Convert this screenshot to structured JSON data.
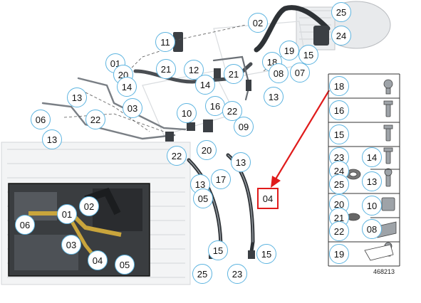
{
  "diagram": {
    "diagram_number": "468213",
    "highlighted_callout": "04",
    "callouts": [
      {
        "id": "c-25-top",
        "label": "25"
      },
      {
        "id": "c-02-top",
        "label": "02"
      },
      {
        "id": "c-24",
        "label": "24"
      },
      {
        "id": "c-11",
        "label": "11"
      },
      {
        "id": "c-19",
        "label": "19"
      },
      {
        "id": "c-15-a",
        "label": "15"
      },
      {
        "id": "c-01-top",
        "label": "01"
      },
      {
        "id": "c-18",
        "label": "18"
      },
      {
        "id": "c-20-a",
        "label": "20"
      },
      {
        "id": "c-21-a",
        "label": "21"
      },
      {
        "id": "c-12",
        "label": "12"
      },
      {
        "id": "c-21-b",
        "label": "21"
      },
      {
        "id": "c-08",
        "label": "08"
      },
      {
        "id": "c-07",
        "label": "07"
      },
      {
        "id": "c-14-a",
        "label": "14"
      },
      {
        "id": "c-14-b",
        "label": "14"
      },
      {
        "id": "c-13-a",
        "label": "13"
      },
      {
        "id": "c-13-b",
        "label": "13"
      },
      {
        "id": "c-03-top",
        "label": "03"
      },
      {
        "id": "c-16",
        "label": "16"
      },
      {
        "id": "c-22-a",
        "label": "22"
      },
      {
        "id": "c-10",
        "label": "10"
      },
      {
        "id": "c-06-top",
        "label": "06"
      },
      {
        "id": "c-22-b",
        "label": "22"
      },
      {
        "id": "c-09",
        "label": "09"
      },
      {
        "id": "c-13-c",
        "label": "13"
      },
      {
        "id": "c-20-b",
        "label": "20"
      },
      {
        "id": "c-22-c",
        "label": "22"
      },
      {
        "id": "c-13-d",
        "label": "13"
      },
      {
        "id": "c-17",
        "label": "17"
      },
      {
        "id": "c-13-e",
        "label": "13"
      },
      {
        "id": "c-05-top",
        "label": "05"
      },
      {
        "id": "c-15-b",
        "label": "15"
      },
      {
        "id": "c-15-c",
        "label": "15"
      },
      {
        "id": "c-25-bottom",
        "label": "25"
      },
      {
        "id": "c-23-bottom",
        "label": "23"
      },
      {
        "id": "c-01-inset",
        "label": "01"
      },
      {
        "id": "c-02-inset",
        "label": "02"
      },
      {
        "id": "c-06-inset",
        "label": "06"
      },
      {
        "id": "c-03-inset",
        "label": "03"
      },
      {
        "id": "c-04-inset",
        "label": "04"
      },
      {
        "id": "c-05-inset",
        "label": "05"
      }
    ],
    "legend": [
      {
        "labels": [
          "18"
        ]
      },
      {
        "labels": [
          "16"
        ]
      },
      {
        "labels": [
          "15"
        ]
      },
      {
        "labels": [
          "23",
          "24",
          "25"
        ],
        "side_labels": [
          "14",
          "13"
        ]
      },
      {
        "labels": [
          "20",
          "21",
          "22"
        ],
        "side_labels": [
          "10",
          "08"
        ]
      },
      {
        "labels": [
          "19"
        ]
      }
    ]
  },
  "colors": {
    "callout_border": "#5db4e0",
    "highlight_border": "#e01b1b",
    "arrow": "#e01b1b",
    "pipe": "#6b7076",
    "hose": "#2e3236"
  }
}
